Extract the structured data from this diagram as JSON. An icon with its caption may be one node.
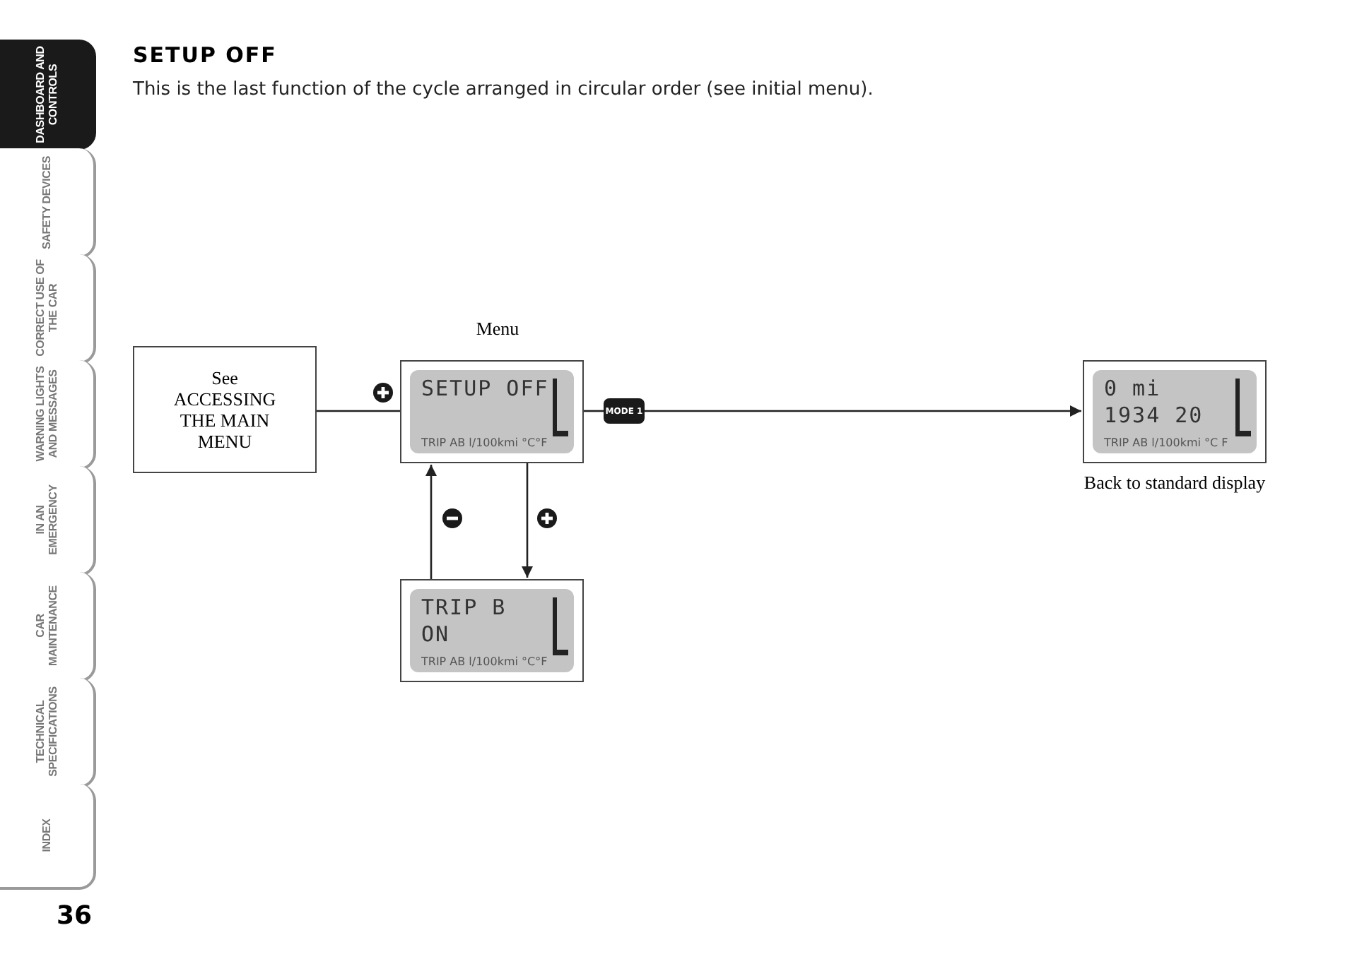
{
  "diagram": {
    "title": "SETUP OFF",
    "nodes": [
      {
        "text": [
          "See ACCESSING THE MAIN MENU"
        ]
      },
      {
        "text": [
          "SETUP OFF",
          "TRIP AB l/100kmi °C°F"
        ],
        "beside": [
          "Menu"
        ]
      },
      {
        "text": [
          "MODE 1"
        ]
      },
      {
        "text": [
          "0 mi",
          "1934 20",
          "TRIP AB l/100kmi °C F"
        ],
        "beside": [
          "Back to standard display"
        ]
      },
      {
        "text": [
          "TRIP B",
          "ON",
          "TRIP AB l/100kmi °C°F"
        ]
      }
    ],
    "edges": [
      {
        "from": 0,
        "to": 1,
        "arrow": "none"
      },
      {
        "from": 1,
        "to": 2,
        "arrow": "none"
      },
      {
        "from": 2,
        "to": 3,
        "arrow": "to"
      },
      {
        "from": 1,
        "to": 4,
        "arrow": "to"
      },
      {
        "from": 4,
        "to": 1,
        "arrow": "to"
      }
    ],
    "labels": [
      "This is the last function of the cycle arranged in circular order (see initial menu).",
      "DASHBOARD AND CONTROLS",
      "SAFETY DEVICES",
      "CORRECT USE OF THE CAR",
      "WARNING LIGHTS AND MESSAGES",
      "IN AN EMERGENCY",
      "CAR MAINTENANCE",
      "TECHNICAL SPECIFICATIONS",
      "INDEX",
      "36"
    ]
  }
}
